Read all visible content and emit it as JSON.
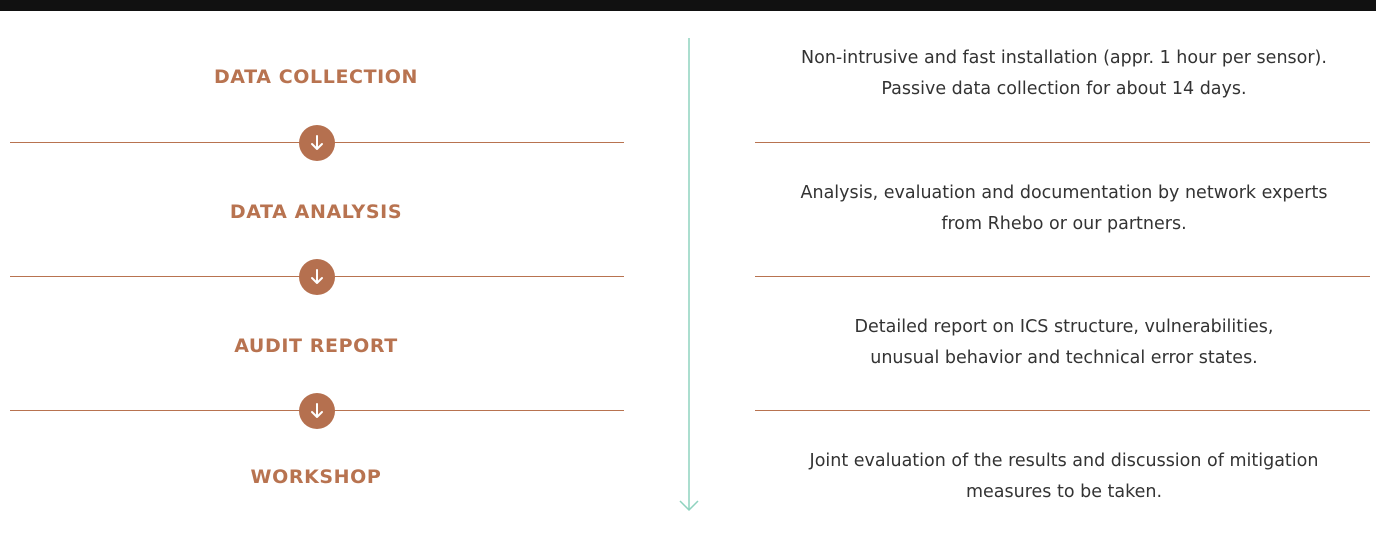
{
  "steps": [
    {
      "title": "DATA COLLECTION",
      "description_lines": [
        "Non-intrusive and fast installation (appr. 1 hour per sensor).",
        "Passive data collection for about 14 days."
      ]
    },
    {
      "title": "DATA ANALYSIS",
      "description_lines": [
        "Analysis, evaluation and documentation by network experts",
        "from Rhebo or our partners."
      ]
    },
    {
      "title": "AUDIT REPORT",
      "description_lines": [
        "Detailed report on ICS structure, vulnerabilities,",
        "unusual behavior and technical error states."
      ]
    },
    {
      "title": "WORKSHOP",
      "description_lines": [
        "Joint evaluation of the results and discussion of mitigation",
        "measures to be taken."
      ]
    }
  ],
  "icons": {
    "step_arrow": "arrow-down-circle-icon",
    "timeline": "timeline-arrow-icon"
  },
  "colors": {
    "accent": "#b87350",
    "timeline": "#8fd3bf",
    "top_bar": "#111111",
    "text": "#333333"
  }
}
